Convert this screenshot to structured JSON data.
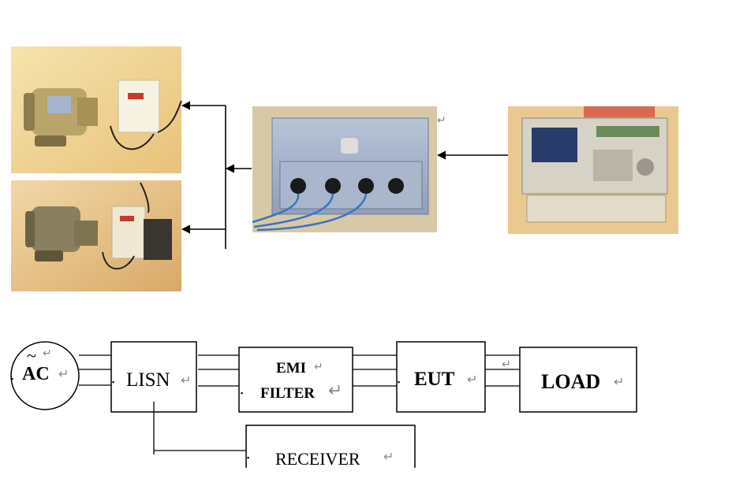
{
  "photos": {
    "motor_drive": "motor with drive",
    "motor_drive_filter": "motor with drive and filter",
    "lisn_unit": "LISN unit",
    "receiver_unit": "EMI test receiver"
  },
  "blocks": {
    "ac": "AC",
    "lisn": "LISN",
    "emi_filter_line1": "EMI",
    "emi_filter_line2": "FILTER",
    "eut": "EUT",
    "load": "LOAD",
    "receiver": "RECEIVER"
  },
  "symbols": {
    "ac_tilde": "~",
    "return_mark": "↵",
    "bullet": "▪"
  },
  "colors": {
    "line": "#000000",
    "photo_bg": "#f3dca0",
    "paragraph_mark": "#888888"
  }
}
